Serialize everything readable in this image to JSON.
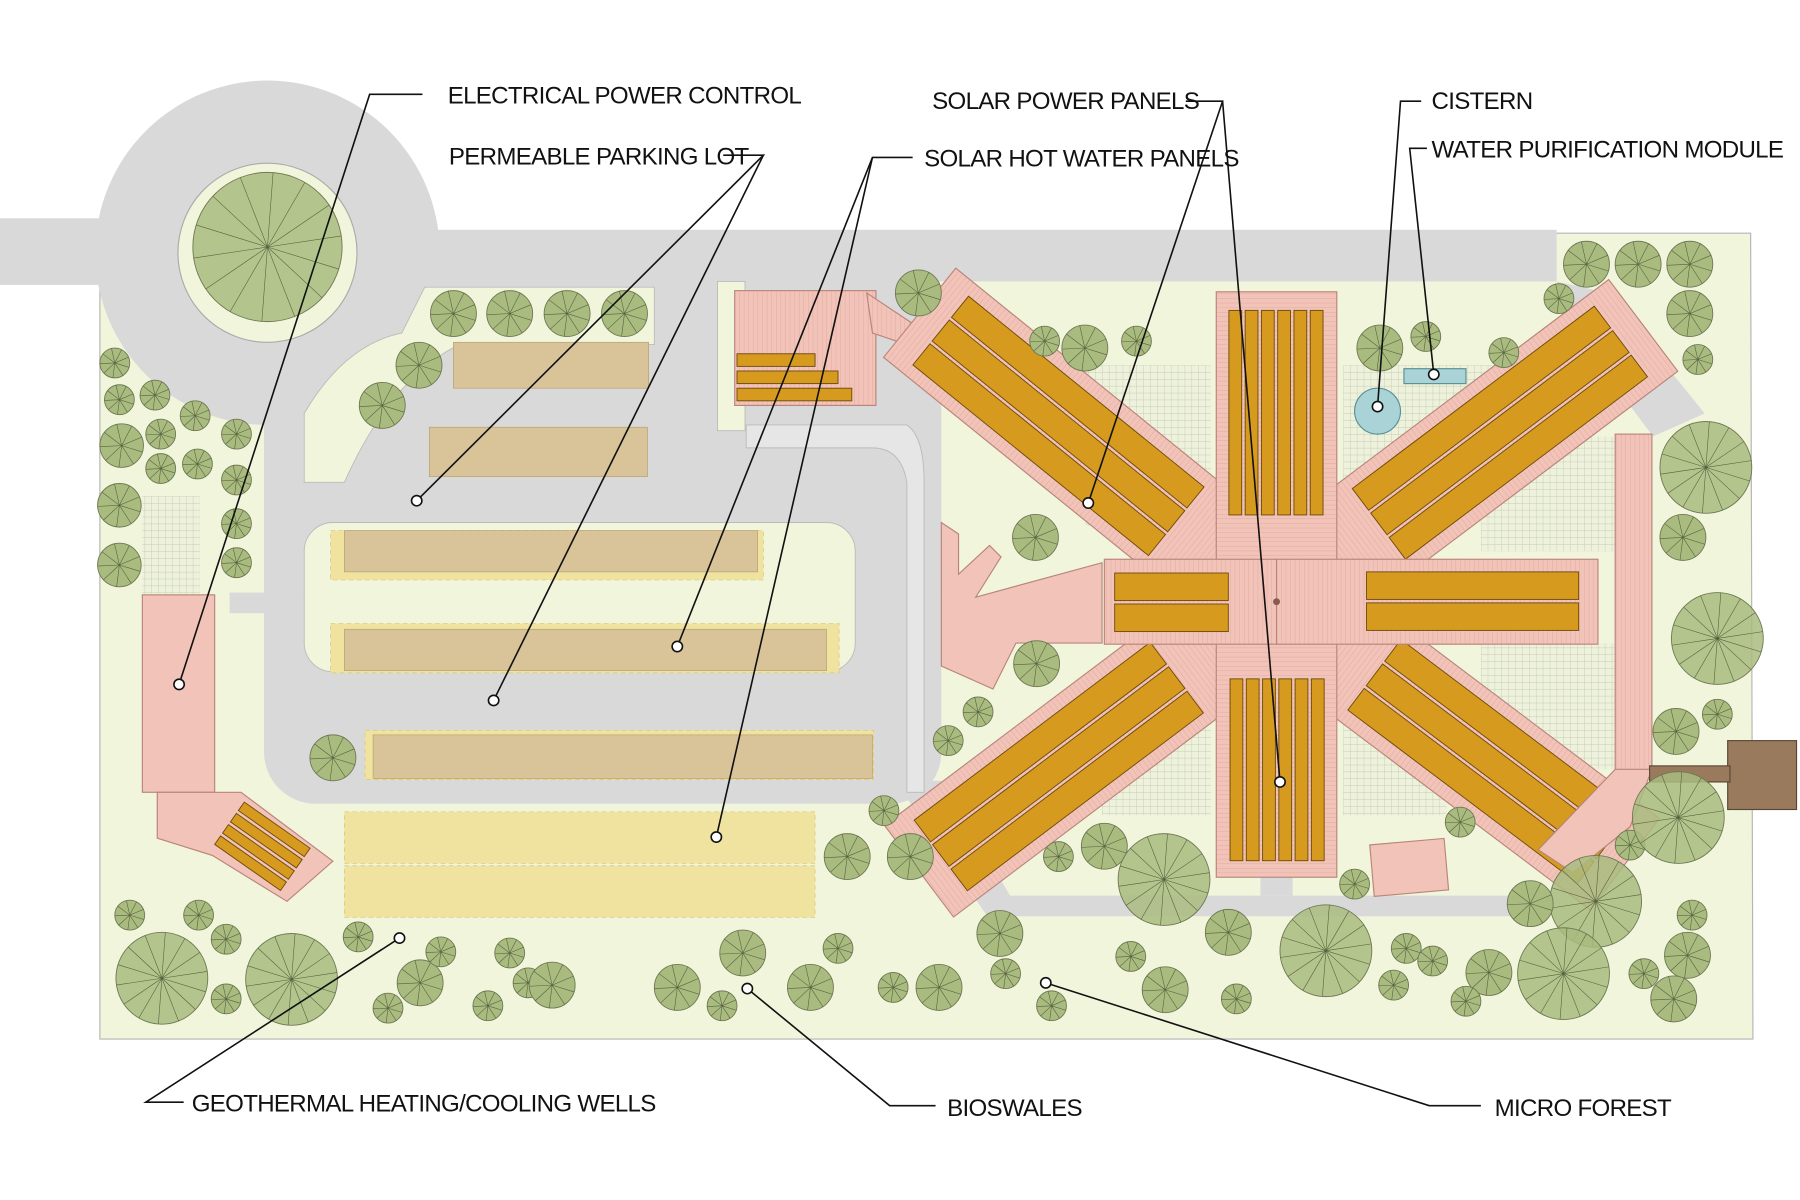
{
  "labels": {
    "electrical_power_control": "ELECTRICAL POWER CONTROL",
    "permeable_parking_lot": "PERMEABLE PARKING LOT",
    "solar_power_panels": "SOLAR POWER PANELS",
    "solar_hot_water_panels": "SOLAR HOT WATER PANELS",
    "cistern": "CISTERN",
    "water_purification_module": "WATER PURIFICATION MODULE",
    "geothermal_wells": "GEOTHERMAL HEATING/COOLING WELLS",
    "bioswales": "BIOSWALES",
    "micro_forest": "MICRO FOREST"
  },
  "colors": {
    "road": "#d9d9d9",
    "grass": "#f1f5dc",
    "tree": "#a9bb7f",
    "building": "#f2c3b8",
    "solar_panel": "#d59a1e",
    "water": "#a9d3d6",
    "deck": "#9a7a5c"
  }
}
